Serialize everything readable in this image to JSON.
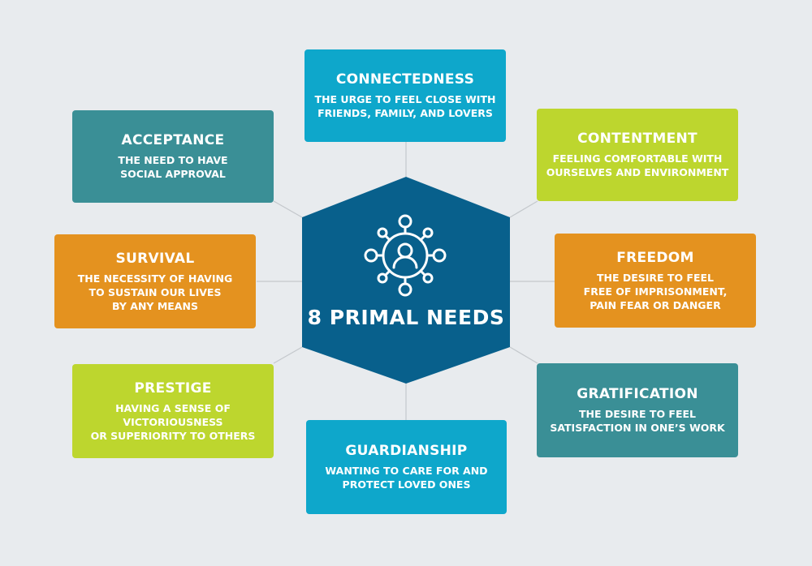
{
  "center": {
    "title": "8 PRIMAL NEEDS",
    "icon": "network-person-icon",
    "color": "#08608c"
  },
  "colors": {
    "background": "#e8ebee",
    "teal": "#3a8f96",
    "cyan": "#0ea7cb",
    "lime": "#bdd62e",
    "orange": "#e4921f",
    "connector": "#c4c8cc"
  },
  "needs": [
    {
      "title": "CONNECTEDNESS",
      "desc": "THE URGE TO FEEL CLOSE WITH\nFRIENDS, FAMILY, AND LOVERS"
    },
    {
      "title": "ACCEPTANCE",
      "desc": "THE NEED TO HAVE\nSOCIAL APPROVAL"
    },
    {
      "title": "CONTENTMENT",
      "desc": "FEELING COMFORTABLE WITH\nOURSELVES AND ENVIRONMENT"
    },
    {
      "title": "SURVIVAL",
      "desc": "THE NECESSITY OF HAVING\nTO SUSTAIN OUR LIVES\nBY ANY MEANS"
    },
    {
      "title": "FREEDOM",
      "desc": "THE DESIRE TO FEEL\nFREE OF IMPRISONMENT,\nPAIN FEAR OR DANGER"
    },
    {
      "title": "PRESTIGE",
      "desc": "HAVING A SENSE OF\nVICTORIOUSNESS\nOR SUPERIORITY TO OTHERS"
    },
    {
      "title": "GRATIFICATION",
      "desc": "THE DESIRE TO FEEL\nSATISFACTION IN ONE’S WORK"
    },
    {
      "title": "GUARDIANSHIP",
      "desc": "WANTING TO CARE FOR AND\nPROTECT LOVED ONES"
    }
  ]
}
